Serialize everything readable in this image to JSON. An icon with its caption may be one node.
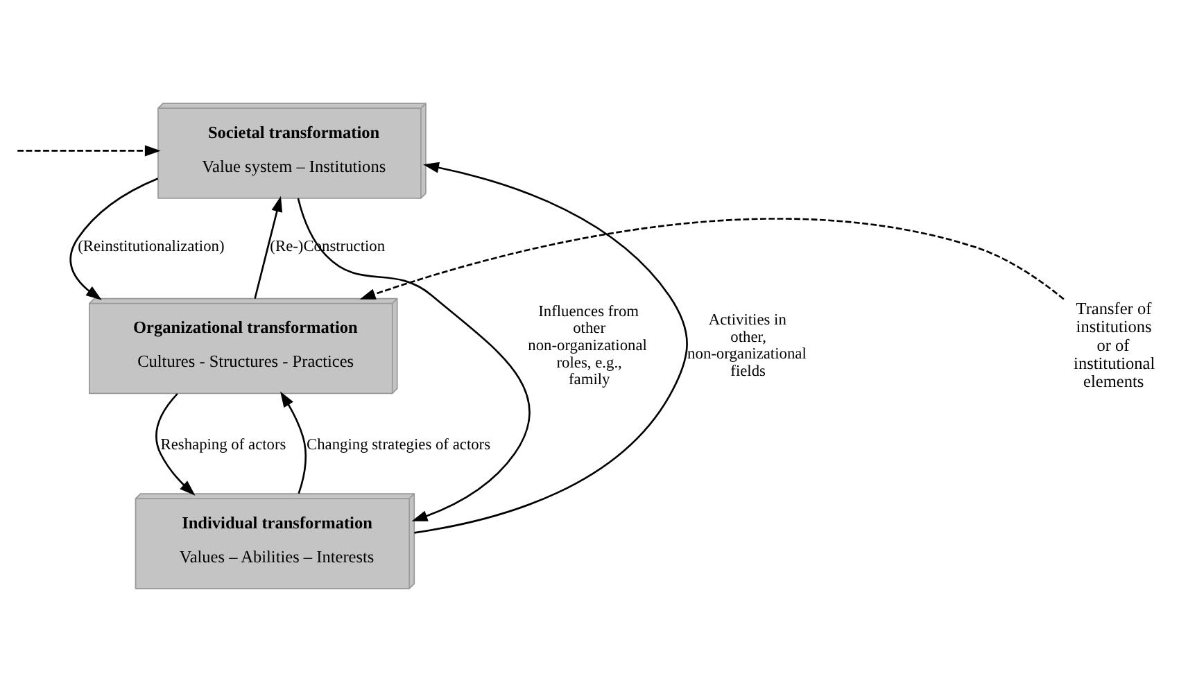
{
  "diagram": {
    "nodes": [
      {
        "text": [
          "Societal transformation",
          "Value system – Institutions"
        ]
      },
      {
        "text": [
          "Organizational transformation",
          "Cultures - Structures - Practices"
        ]
      },
      {
        "text": [
          "Individual transformation",
          "Values – Abilities – Interests"
        ]
      },
      {
        "text": [
          "Transfer of institutions or of institutional elements"
        ]
      }
    ],
    "edges": [
      {
        "from": 0,
        "to": 1,
        "arrow": "to",
        "label": "(Reinstitutionalization)"
      },
      {
        "from": 1,
        "to": 0,
        "arrow": "to",
        "label": "(Re-)Construction"
      },
      {
        "from": 1,
        "to": 2,
        "arrow": "to",
        "label": "Reshaping of actors"
      },
      {
        "from": 2,
        "to": 1,
        "arrow": "to",
        "label": "Changing strategies of actors"
      },
      {
        "from": 0,
        "to": 2,
        "arrow": "to",
        "label": "Influences from other non-organizational roles, e.g., family"
      },
      {
        "from": 2,
        "to": 0,
        "arrow": "to",
        "label": "Activities in other, non-organizational fields"
      },
      {
        "from": null,
        "to": 0,
        "arrow": "to",
        "style": "dashed"
      },
      {
        "from": 3,
        "to": 1,
        "arrow": "to",
        "style": "dashed"
      }
    ]
  }
}
